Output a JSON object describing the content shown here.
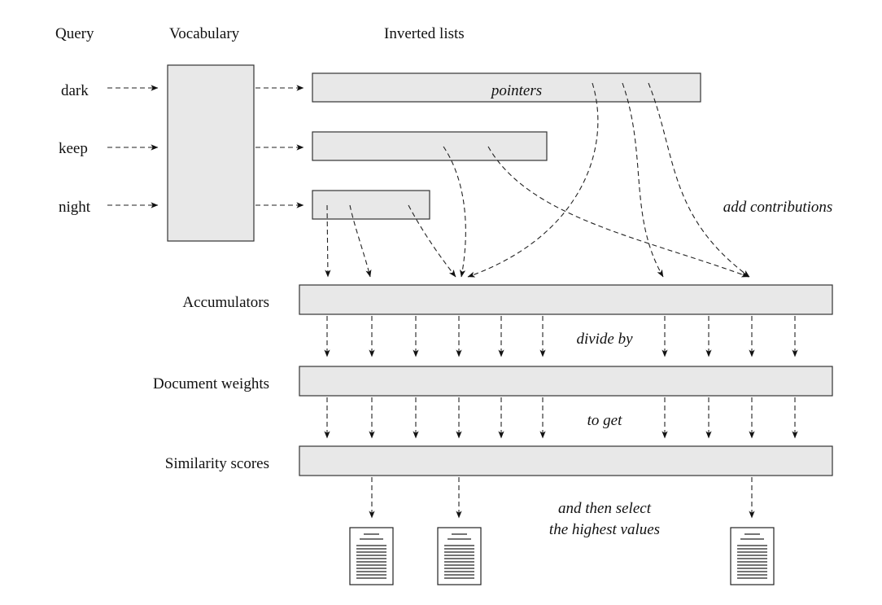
{
  "colors": {
    "box_fill": "#e8e8e8",
    "stroke": "#222222",
    "text": "#111111",
    "background": "#ffffff"
  },
  "headers": {
    "query": "Query",
    "vocabulary": "Vocabulary",
    "inverted_lists": "Inverted lists"
  },
  "terms": [
    "dark",
    "keep",
    "night"
  ],
  "labels": {
    "pointers": "pointers",
    "add_contributions": "add contributions",
    "accumulators": "Accumulators",
    "divide_by": "divide by",
    "document_weights": "Document weights",
    "to_get": "to get",
    "similarity_scores": "Similarity scores",
    "select_line1": "and then select",
    "select_line2": "the highest values"
  },
  "icons": [
    "document-icon",
    "document-icon",
    "document-icon"
  ]
}
